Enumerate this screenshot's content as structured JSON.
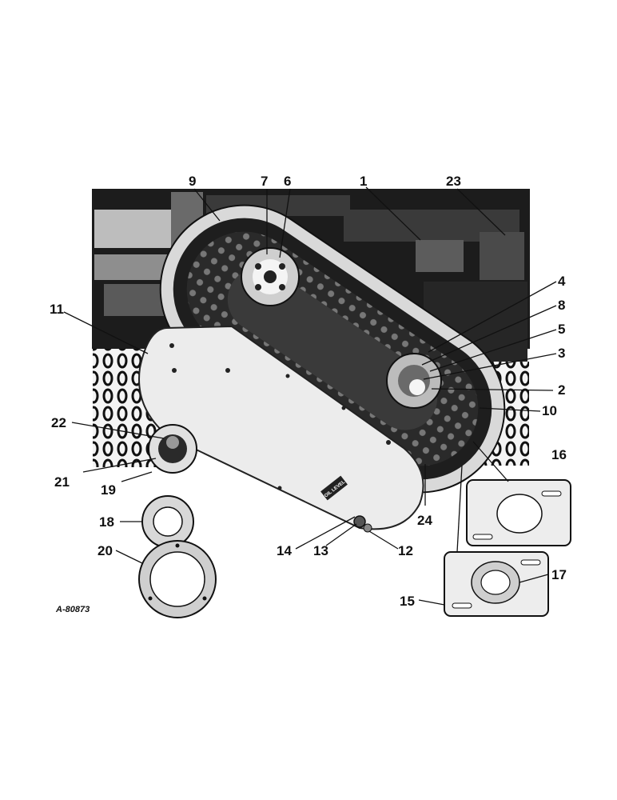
{
  "figure": {
    "reference": "A-80873",
    "decal_text": "OIL LEVEL",
    "callouts": [
      "1",
      "2",
      "3",
      "4",
      "5",
      "6",
      "7",
      "8",
      "9",
      "10",
      "11",
      "12",
      "13",
      "14",
      "15",
      "16",
      "17",
      "18",
      "19",
      "20",
      "21",
      "22",
      "23",
      "24"
    ]
  },
  "colors": {
    "ink": "#111111",
    "paper": "#ffffff",
    "photo_dark": "#1c1c1c",
    "cover_light": "#ececec"
  }
}
